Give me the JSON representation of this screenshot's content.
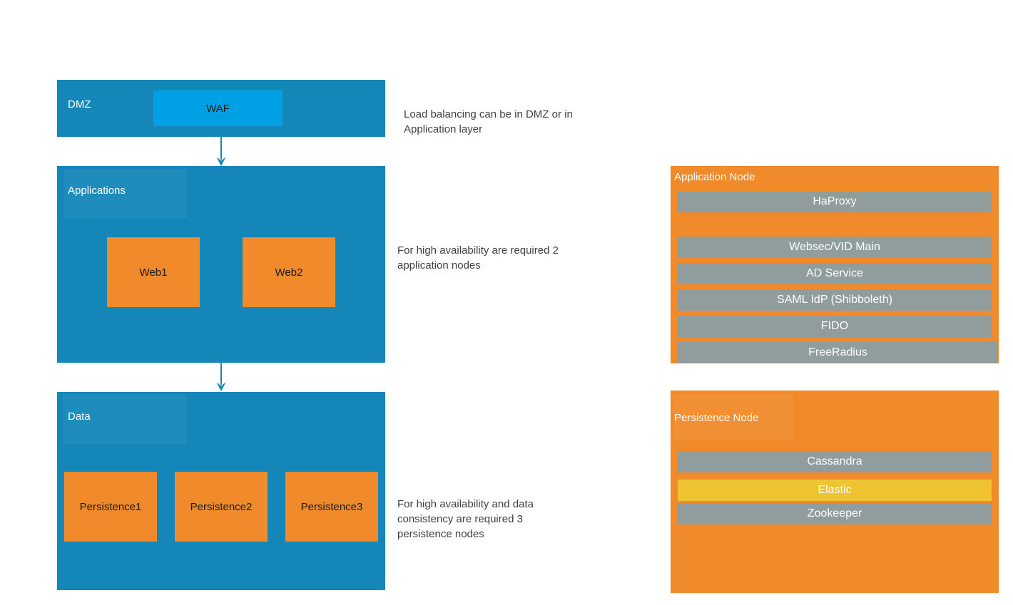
{
  "colors": {
    "layer_blue": "#1487B8",
    "waf_blue": "#00A1E4",
    "node_orange": "#F18A2B",
    "bar_gray": "#919D9D",
    "elastic_yellow": "#EFC332",
    "bar_text": "#FFFFFF",
    "layer_label_text": "#FFFFFF",
    "node_text": "#1A1A1A",
    "annotation_text": "#404040"
  },
  "diagram": {
    "layers": [
      {
        "label": "DMZ",
        "nodes": [
          {
            "label": "WAF"
          }
        ]
      },
      {
        "label": "Applications",
        "nodes": [
          {
            "label": "Web1"
          },
          {
            "label": "Web2"
          }
        ]
      },
      {
        "label": "Data",
        "nodes": [
          {
            "label": "Persistence1"
          },
          {
            "label": "Persistence2"
          },
          {
            "label": "Persistence3"
          }
        ]
      }
    ],
    "annotations": [
      {
        "lines": [
          "Load balancing can be in DMZ or in",
          "Application layer"
        ]
      },
      {
        "lines": [
          "For high availability are required 2",
          "application nodes"
        ]
      },
      {
        "lines": [
          "For high availability and data",
          "consistency are required 3",
          "persistence nodes"
        ]
      }
    ],
    "app_node": {
      "title": "Application Node",
      "services": [
        "HaProxy",
        "Websec/VID Main",
        "AD Service",
        "SAML IdP (Shibboleth)",
        "FIDO",
        "FreeRadius"
      ]
    },
    "persistence_node": {
      "title": "Persistence Node",
      "services": [
        "Cassandra",
        "Elastic",
        "Zookeeper"
      ]
    }
  }
}
